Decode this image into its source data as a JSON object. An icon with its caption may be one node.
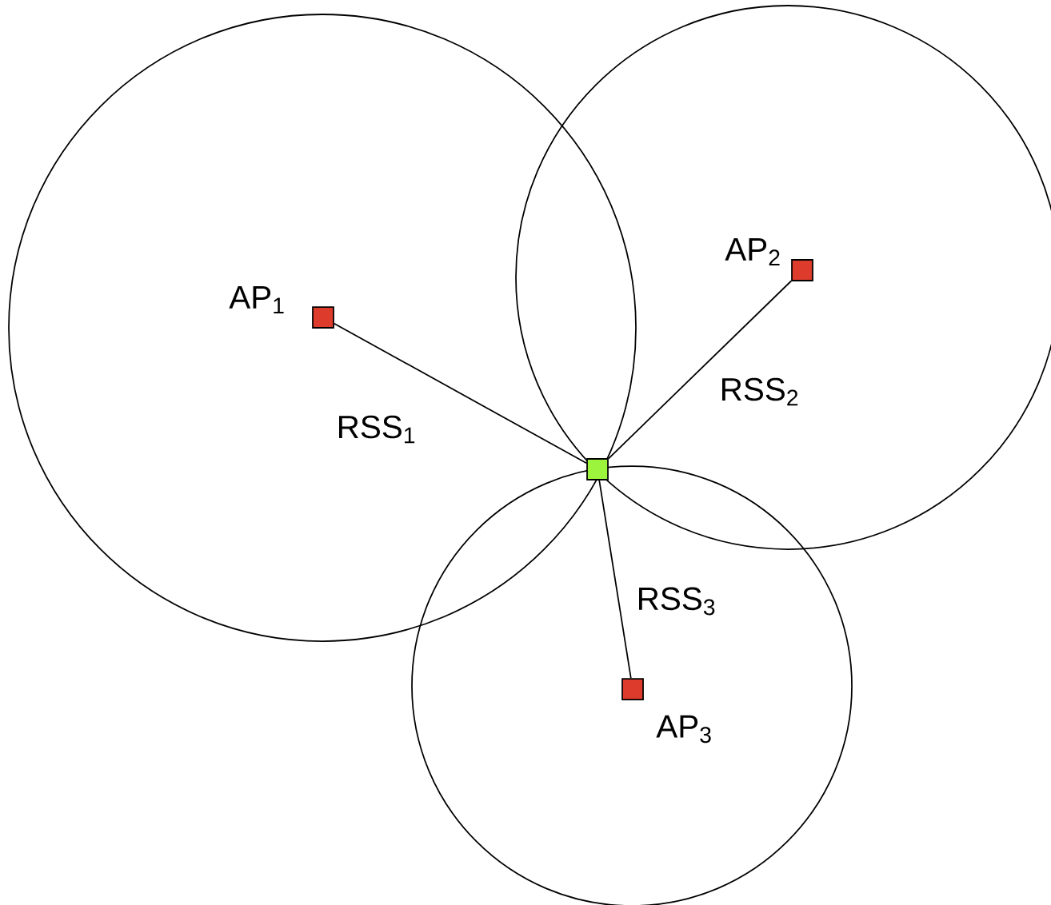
{
  "diagram": {
    "nodes": [
      {
        "text": [],
        "shape": "box",
        "beside": [
          "AP$_{1}$"
        ]
      },
      {
        "text": [],
        "shape": "box",
        "beside": [
          "AP$_{2}$"
        ]
      },
      {
        "text": [],
        "shape": "box",
        "beside": [
          "AP$_{3}$"
        ]
      },
      {
        "text": [],
        "shape": "box"
      }
    ],
    "edges": [
      {
        "from": 0,
        "to": 3,
        "arrow": "none",
        "label": "RSS$_{1}$"
      },
      {
        "from": 1,
        "to": 3,
        "arrow": "none",
        "label": "RSS$_{2}$"
      },
      {
        "from": 3,
        "to": 2,
        "arrow": "none",
        "label": "RSS$_{3}$"
      }
    ]
  }
}
